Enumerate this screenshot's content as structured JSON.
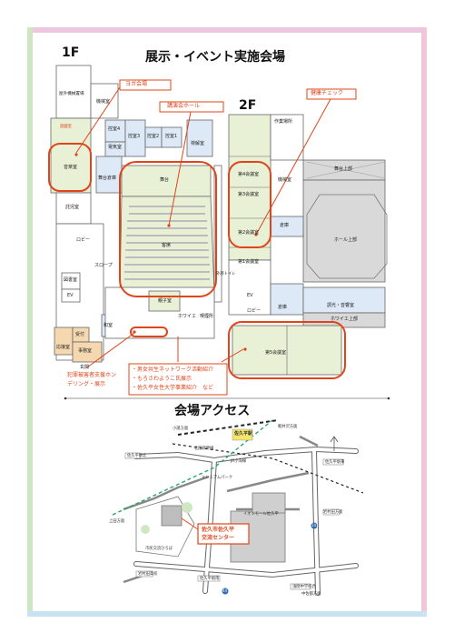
{
  "header": {
    "floor_1f": "1F",
    "floor_2f": "2F",
    "title": "展示・イベント実施会場"
  },
  "callouts": {
    "yoga": "ヨガ会場",
    "kouen": "講演会ホール",
    "kenkou": "健康チェック"
  },
  "floor1": {
    "rooms": {
      "okugai_kikai": "屋外機械置場",
      "kikaishitsu": "機械室",
      "sanitsu": "遊戯室",
      "ongaku": "音楽室",
      "hikae4": "控室4",
      "hikae3": "控室3",
      "hikae2": "控室2",
      "hikae1": "控室1",
      "kashu": "荷解室",
      "denki": "電気室",
      "butai_kiki": "舞台倉庫",
      "butai": "舞台",
      "kyakuseki": "客席",
      "hoken": "託児室",
      "robi": "ロビー",
      "tosho": "図書室",
      "ev": "EV",
      "surope": "スロープ",
      "kashi": "ホワイエ",
      "oyako": "親子室",
      "washitsu": "和室",
      "uketsuke": "受付",
      "kanri": "応接室",
      "jimu": "事務室",
      "genkan": "玄関",
      "smoking": "喫煙所",
      "gaibu": "外部トイレ"
    }
  },
  "floor2": {
    "rooms": {
      "kaigi4": "第4会議室",
      "kaigi3": "第3会議室",
      "kaigi2": "第2会議室",
      "kaigi1": "第1会議室",
      "kaigi5": "第5会議室",
      "kikaishitsu": "機械室",
      "butai_jou": "舞台上部",
      "hall_jou": "ホール上部",
      "hoiye_jou": "ホワイエ上部",
      "souko": "倉庫",
      "chosa": "調光・音響室",
      "ev": "EV",
      "robi": "ロビー",
      "sono": "倉庫",
      "noten": "作業場所"
    }
  },
  "notes": {
    "left": [
      "犯罪被害者支援ホン",
      "デリング・展示"
    ],
    "right": [
      "・男女共生ネットワーク活動紹介",
      "・もろさわようこ氏展示",
      "・佐久平女性大学事業紹介　など"
    ]
  },
  "access": {
    "title": "会場アクセス",
    "station": "佐久平駅",
    "venue_line1": "佐久市佐久平",
    "venue_line2": "交流センター",
    "labels": {
      "kita": "北陸新幹線",
      "koumi": "JR小海線",
      "mall": "イオンモール佐久平",
      "park": "ミレニアムパーク",
      "hiroba": "市民交流ひろば",
      "sakudaira_higashi": "佐久平駅東",
      "sakudaira_kita": "佐久平駅北",
      "sakudaira_minami": "佐久平駅南",
      "iwamurada": "岩村田方面",
      "karuizawa": "軽井沢方面",
      "ueda": "上田方面",
      "komoro": "小諸方面",
      "kawakami": "中佐都方面",
      "asama_chu": "浅間中学校西",
      "iwamurada_kou": "岩村田高校",
      "route141": "141",
      "route44": "44"
    }
  },
  "colors": {
    "highlight": "#e2441a",
    "room_green": "#e8f1d6",
    "room_orange": "#f6d8b0",
    "room_blue": "#dde9f6",
    "hall_gray": "#d9d9d9",
    "frame_pink": "#e9c4dd",
    "frame_green": "#cfe8c3",
    "frame_blue": "#c9e3f2"
  }
}
